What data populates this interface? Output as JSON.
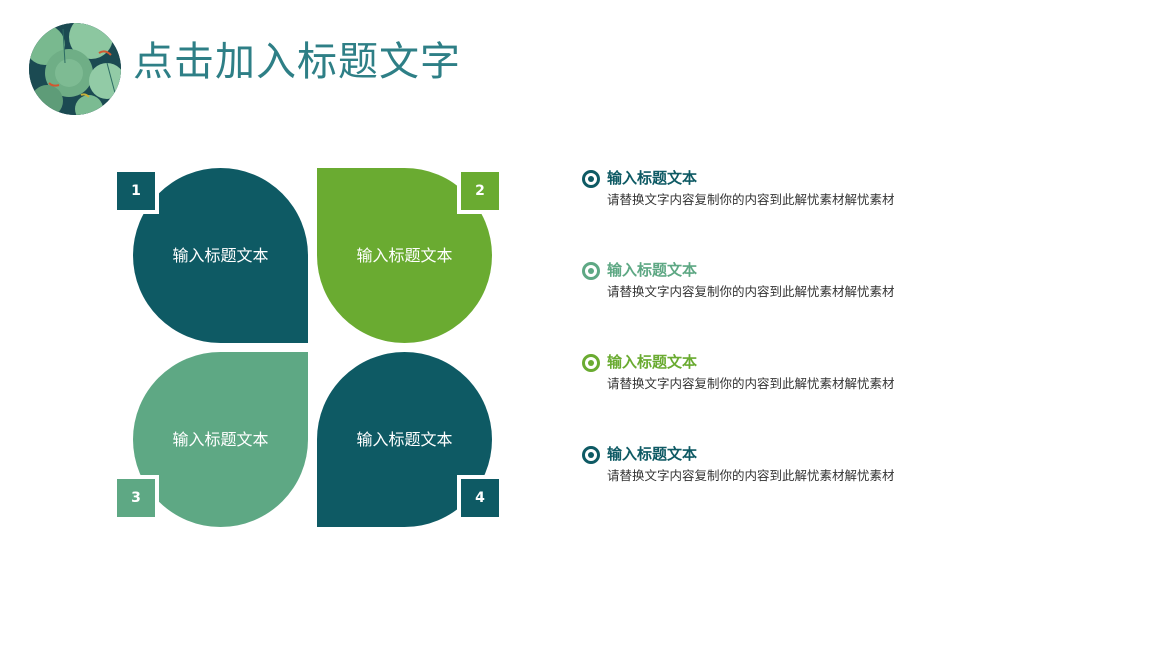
{
  "title": "点击加入标题文字",
  "colors": {
    "title": "#2e7f86",
    "dark_teal": "#0e5a64",
    "lime_green": "#6aab31",
    "sage_green": "#5ea884"
  },
  "petals": [
    {
      "number": "1",
      "label": "输入标题文本",
      "color": "#0e5a64"
    },
    {
      "number": "2",
      "label": "输入标题文本",
      "color": "#6aab31"
    },
    {
      "number": "3",
      "label": "输入标题文本",
      "color": "#5ea884"
    },
    {
      "number": "4",
      "label": "输入标题文本",
      "color": "#0e5a64"
    }
  ],
  "list": [
    {
      "heading": "输入标题文本",
      "body": "请替换文字内容复制你的内容到此解忧素材解忧素材",
      "color": "#0e5a64"
    },
    {
      "heading": "输入标题文本",
      "body": "请替换文字内容复制你的内容到此解忧素材解忧素材",
      "color": "#5ea884"
    },
    {
      "heading": "输入标题文本",
      "body": "请替换文字内容复制你的内容到此解忧素材解忧素材",
      "color": "#6aab31"
    },
    {
      "heading": "输入标题文本",
      "body": "请替换文字内容复制你的内容到此解忧素材解忧素材",
      "color": "#0e5a64"
    }
  ]
}
